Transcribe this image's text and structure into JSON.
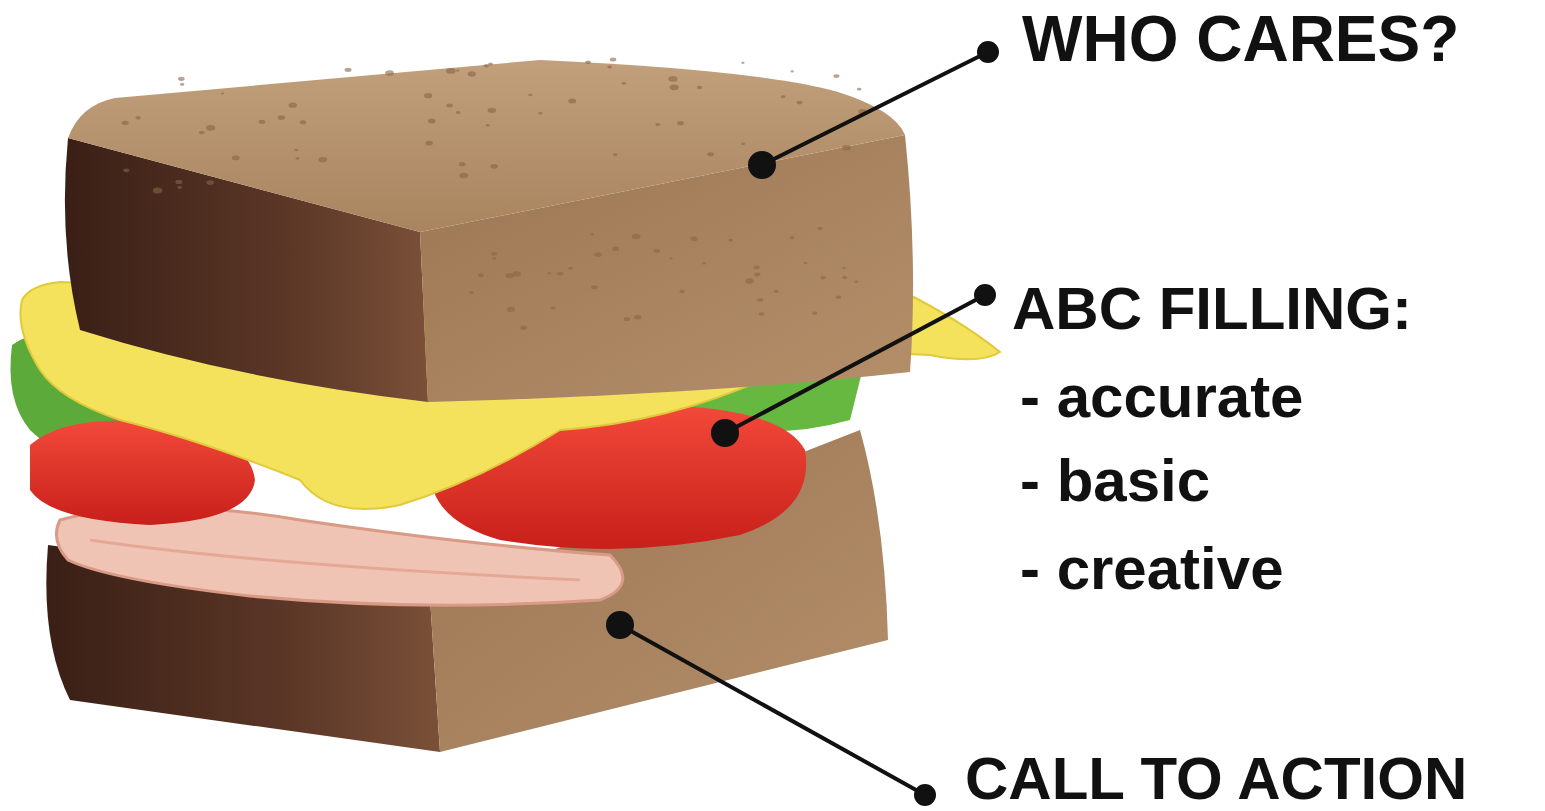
{
  "diagram": {
    "labels": [
      "WHO CARES?",
      "ABC FILLING:",
      "- accurate",
      "- basic",
      "- creative",
      "CALL TO ACTION"
    ]
  }
}
